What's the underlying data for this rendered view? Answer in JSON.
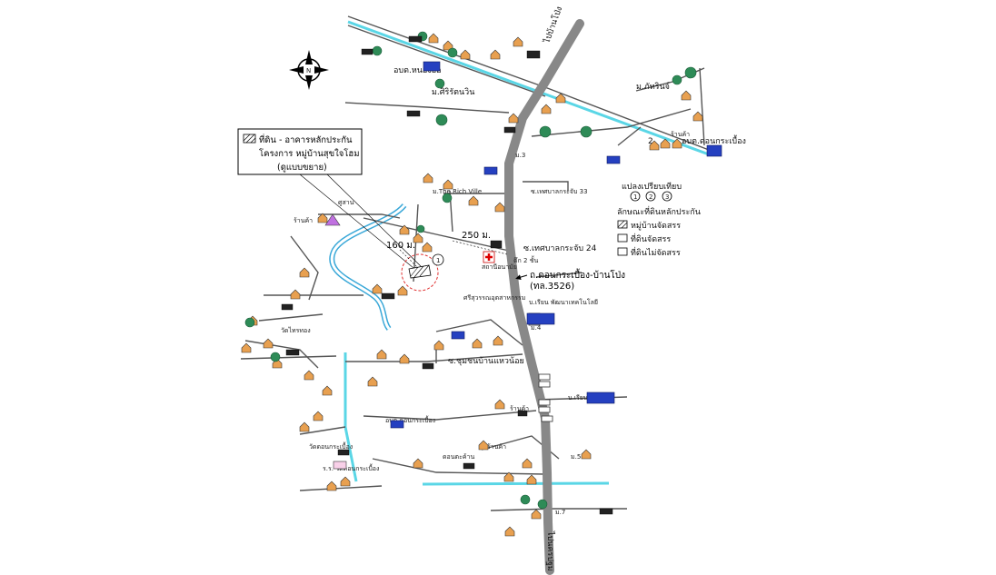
{
  "info_box": {
    "line1": "ที่ดิน - อาคารหลักประกัน",
    "line2": "โครงการ หมู่บ้านสุขใจโฮม",
    "line3": "(ดูแบบขยาย)"
  },
  "legend": {
    "title": "แปลงเปรียบเทียบ",
    "markers": [
      "1",
      "2",
      "3"
    ],
    "subtitle": "ลักษณะที่ดินหลักประกัน",
    "items": [
      "หมู่บ้านจัดสรร",
      "ที่ดินจัดสรร",
      "ที่ดินไม่จัดสรร"
    ]
  },
  "roads": {
    "main_road": "ถ.ดอนกระเบื้อง-บ้านโป่ง",
    "main_road_no": "(ทล.3526)",
    "to_banpong": "ไปบ้านโป่ง",
    "to_nakhonpathom": "ไปนครปฐม",
    "soi_24": "ซ.เทศบาลกระจับ 24",
    "soi_33": "ซ.เทศบาลกระจับ 33",
    "community_soi": "ซ.ชุมชนบ้านแหวน้อย"
  },
  "distances": {
    "d250": "250 ม.",
    "d160": "160 ม."
  },
  "places": {
    "comparable_marker": "1",
    "subject_marker": "1",
    "moo_jirawat": "ม.ศิริรัตนวิน",
    "moo_the_rich": "ม.The Rich Ville",
    "moo_pakkard": "ม.ภัทรินจ์",
    "moo_2": "2",
    "sakusan": "ศูสาน",
    "aor_bor_tor_1": "อบต.หนองอ้อ",
    "aor_bor_tor_2": "อบต.ดอนกระเบื้อง",
    "aor_bor_tor_3": "อบต.ดอนกระเบื้อง",
    "hospital_label": "สถานีอนามัย",
    "two_storey": "ตึก 2 ชั้น",
    "wat_don_krabuang": "วัดดอนกระเบื้อง",
    "school": "ร.ร. วัดดอนกระเบื้อง",
    "don_krabuang_market": "ดอนตะค้าน",
    "cement": "ศรีสุวรรณอุตสาหกรรม",
    "factory_1": "บ.เรียน พัฒนาเทคโนโลยี",
    "factory_2": "บ.เรียน ฯ",
    "moo_3": "ม.3",
    "moo_4": "ม.4",
    "moo_5": "ม.5",
    "moo_7": "ม.7",
    "shop": "ร้านค้า",
    "temple_line": "วัดไทรทอง"
  },
  "compass": {
    "north": "N"
  }
}
